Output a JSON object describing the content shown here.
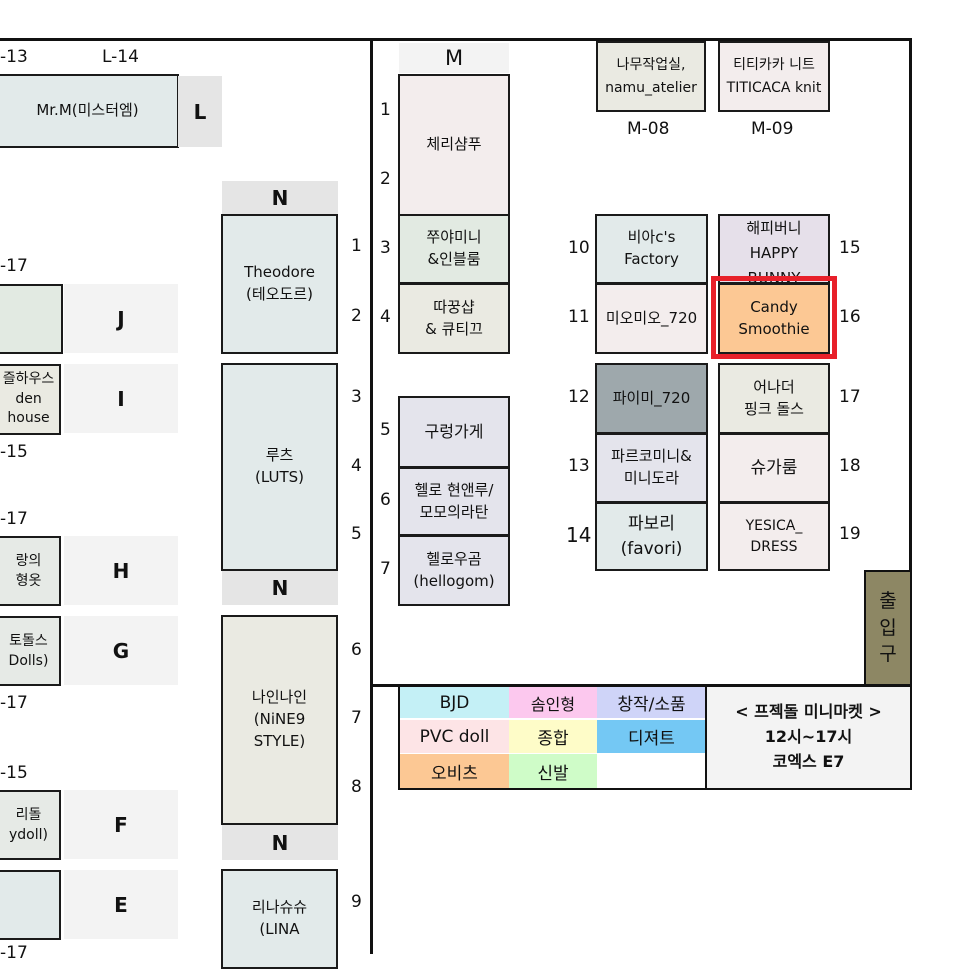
{
  "colors": {
    "bjd": "#c4f0f6",
    "plush": "#fcc8ee",
    "creation": "#cfd4f8",
    "pvc": "#fde4e6",
    "general": "#fefcc8",
    "designer": "#74c8f4",
    "obitsu": "#fcc894",
    "shoes": "#cffcc8",
    "highlight": "#e8202a",
    "exit": "#8d8764"
  },
  "top_left": {
    "l13": "-13",
    "l14": "L-14",
    "mrm": "Mr.M(미스터엠)",
    "l": "L"
  },
  "left_sections": {
    "j_num": "-17",
    "j": "J",
    "i_booth": "즐하우스\nden\nhouse",
    "i": "I",
    "i_num": "-15",
    "h_num": "-17",
    "h_booth": "랑의\n형옷",
    "h": "H",
    "g_booth": "토돌스\nDolls)",
    "g": "G",
    "g_num": "-17",
    "f_num": "-15",
    "f_booth": "리돌\nydoll)",
    "f": "F",
    "e": "E",
    "e_num": "-17"
  },
  "n_column": {
    "header": "N",
    "theodore": "Theodore\n(테오도르)",
    "luts": "루츠\n(LUTS)",
    "nine": "나인나인\n(NiNE9\nSTYLE)",
    "lina": "리나슈슈\n(LINA",
    "nums": [
      "1",
      "2",
      "3",
      "4",
      "5",
      "6",
      "7",
      "8",
      "9"
    ]
  },
  "m_section": {
    "header": "M",
    "cherry": "체리샴푸",
    "jjoya": "쭈야미니\n&인블룸",
    "ttakkong": "따꿍샵\n& 큐티끄",
    "gureong": "구렁가게",
    "hello_hyun": "헬로 현앤루/\n모모의라탄",
    "hellogom": "헬로우곰\n(hellogom)",
    "nums": [
      "1",
      "2",
      "3",
      "4",
      "5",
      "6",
      "7"
    ]
  },
  "m_right": {
    "namu": "나무작업실,\nnamu_atelier",
    "titicaca": "티티카카 니트\nTITICACA knit",
    "m08": "M-08",
    "m09": "M-09",
    "bia": "비아c's\nFactory",
    "happy": "해피버니\nHAPPY\nBUNNY",
    "miomio": "미오미오_720",
    "candy": "Candy\nSmoothie",
    "paimi": "파이미_720",
    "another": "어나더\n핑크 돌스",
    "parco": "파르코미니&\n미니도라",
    "sugar": "슈가룸",
    "favori": "파보리\n(favori)",
    "yesica": "YESICA_\nDRESS",
    "nums": [
      "10",
      "11",
      "12",
      "13",
      "14",
      "15",
      "16",
      "17",
      "18",
      "19"
    ]
  },
  "exit": "출\n입\n구",
  "legend": {
    "bjd": "BJD",
    "plush": "솜인형",
    "creation": "창작/소품",
    "pvc": "PVC doll",
    "general": "종합",
    "designer": "디져트",
    "obitsu": "오비츠",
    "shoes": "신발"
  },
  "event": {
    "title": "< 프젝돌 미니마켓 >",
    "time": "12시~17시",
    "place": "코엑스 E7"
  }
}
